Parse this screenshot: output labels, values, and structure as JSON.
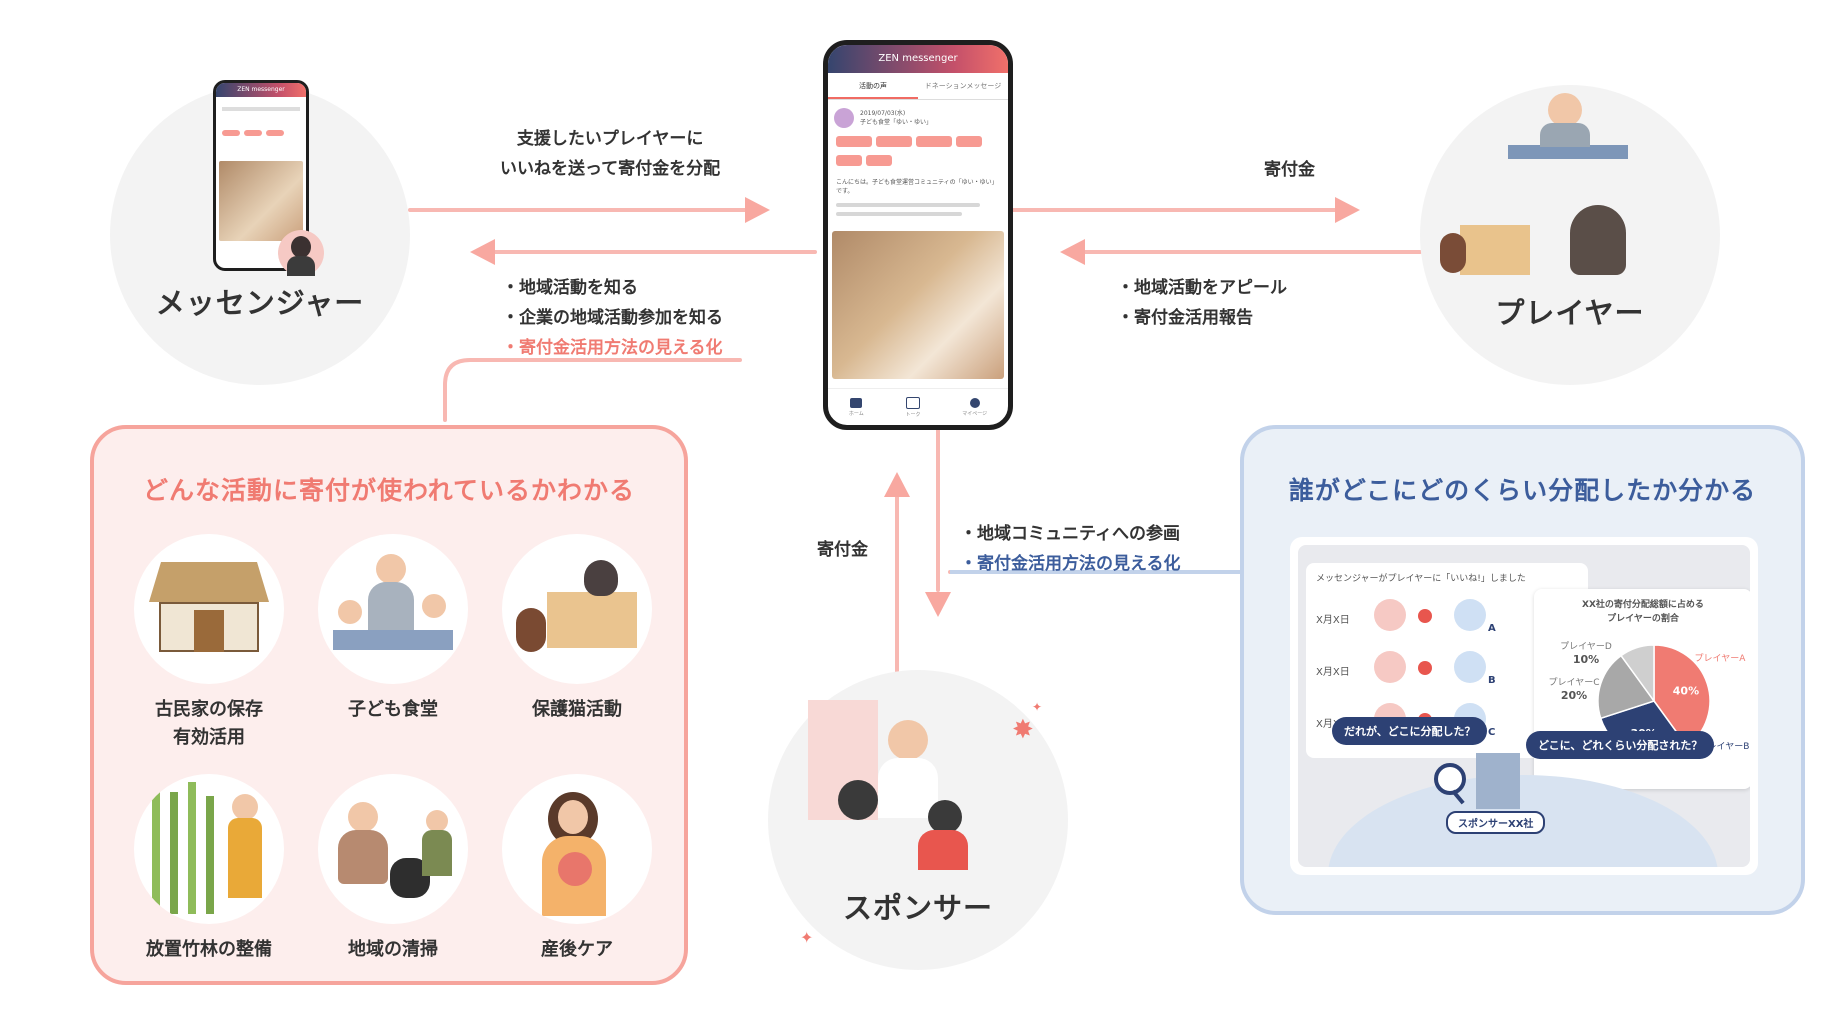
{
  "actors": {
    "messenger": "メッセンジャー",
    "player": "プレイヤー",
    "sponsor": "スポンサー"
  },
  "flows": {
    "to_app": [
      "支援したいプレイヤーに",
      "いいねを送って寄付金を分配"
    ],
    "to_messenger": [
      "・地域活動を知る",
      "・企業の地域活動参加を知る",
      "・寄付金活用方法の見える化"
    ],
    "to_player": "寄付金",
    "from_player": [
      "・地域活動をアピール",
      "・寄付金活用報告"
    ],
    "from_sponsor": "寄付金",
    "to_sponsor": [
      "・地域コミュニティへの参画",
      "・寄付金活用方法の見える化"
    ]
  },
  "phone": {
    "app_name": "ZEN messenger",
    "tab_1": "活動の声",
    "tab_2": "ドネーションメッセージ",
    "post_date": "2019/07/03(水)",
    "post_name": "子ども食堂「ゆい・ゆい」",
    "post_body": "こんにちは。子ども食堂運営コミュニティの「ゆい・ゆい」です。",
    "nav": [
      "ホーム",
      "トーク",
      "マイページ"
    ]
  },
  "activities": {
    "title": "どんな活動に寄付が使われているかわかる",
    "items": [
      {
        "label": "古民家の保存有効活用"
      },
      {
        "label": "子ども食堂"
      },
      {
        "label": "保護猫活動"
      },
      {
        "label": "放置竹林の整備"
      },
      {
        "label": "地域の清掃"
      },
      {
        "label": "産後ケア"
      }
    ]
  },
  "distribution": {
    "title": "誰がどこにどのくらい分配したか分かる",
    "card_title": "メッセンジャーがプレイヤーに「いいね!」しました",
    "rows": [
      {
        "date": "X月X日",
        "tag": "A"
      },
      {
        "date": "X月X日",
        "tag": "B"
      },
      {
        "date": "X月X日",
        "tag": "C"
      }
    ],
    "pie_title_1": "XX社の寄付分配総額に占める",
    "pie_title_2": "プレイヤーの割合",
    "pie_labels": [
      "プレイヤーA",
      "プレイヤーB",
      "プレイヤーC",
      "プレイヤーD"
    ],
    "bubble_left": "だれが、どこに分配した？",
    "bubble_right": "どこに、どれくらい分配された？",
    "sponsor_tag": "スポンサーXX社"
  },
  "chart_data": {
    "type": "pie",
    "categories": [
      "プレイヤーA",
      "プレイヤーB",
      "プレイヤーC",
      "プレイヤーD"
    ],
    "values": [
      40,
      30,
      20,
      10
    ],
    "unit": "%"
  },
  "colors": {
    "accent_red": "#f07b72",
    "accent_blue": "#3c5d9c",
    "navy": "#2d4174",
    "slice_grey_dark": "#a8a8a8",
    "slice_grey_light": "#cfcfcf"
  }
}
